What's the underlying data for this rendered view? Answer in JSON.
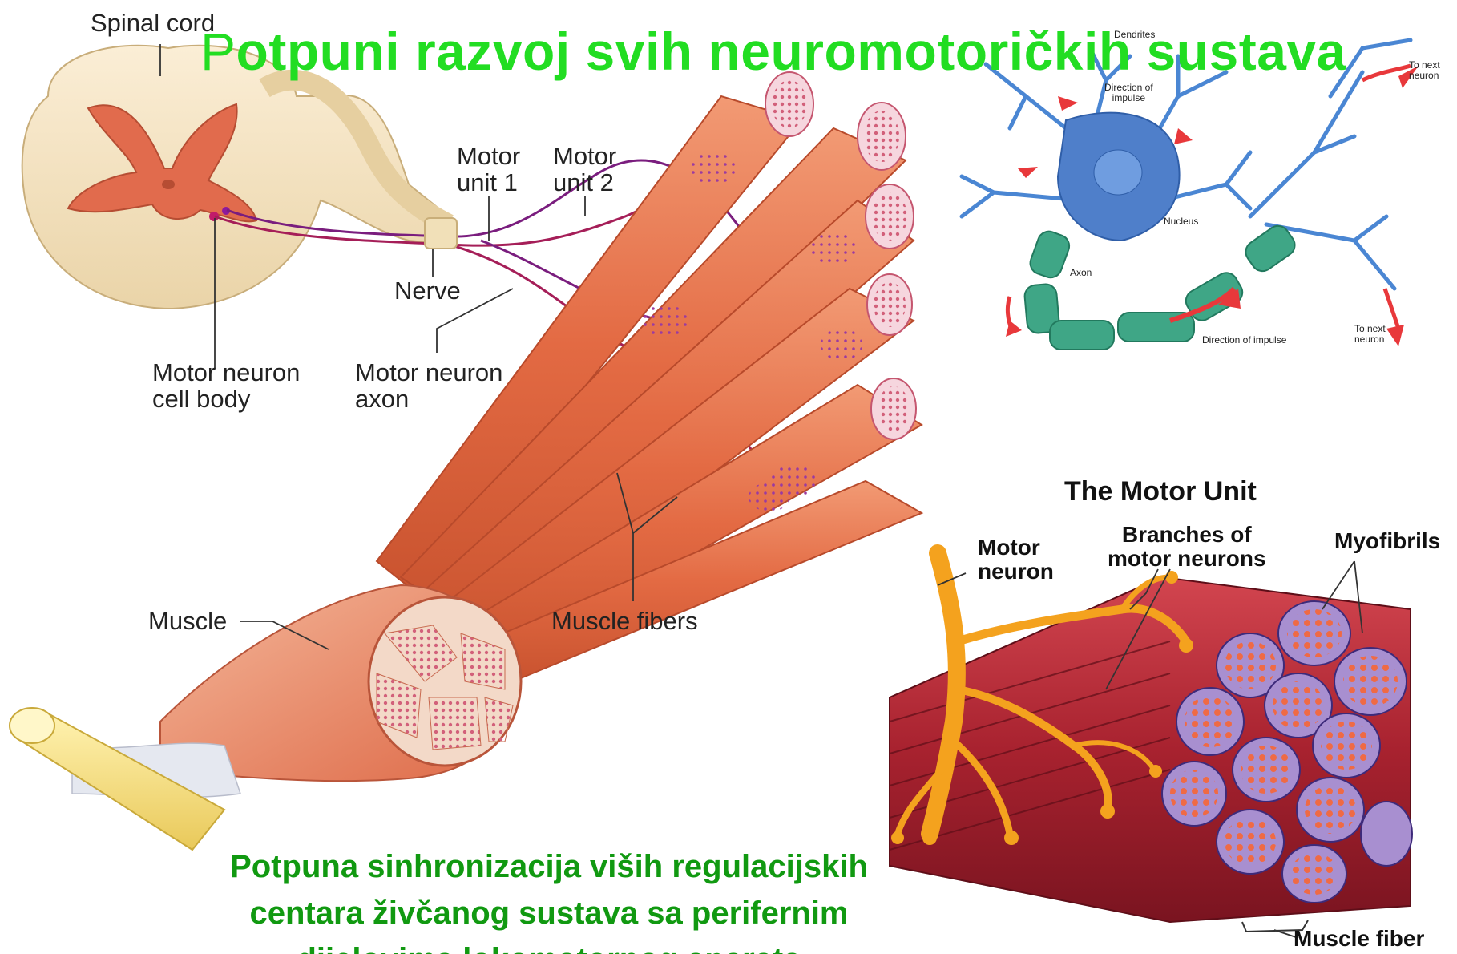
{
  "title": {
    "first_letter": "P",
    "rest": "otpuni razvoj svih neuromotoričkih sustava"
  },
  "left_diagram": {
    "spinal_cord": "Spinal cord",
    "motor_unit_1": [
      "Motor",
      "unit 1"
    ],
    "motor_unit_2": [
      "Motor",
      "unit 2"
    ],
    "nerve": "Nerve",
    "motor_neuron_cell_body": [
      "Motor neuron",
      "cell body"
    ],
    "motor_neuron_axon": [
      "Motor neuron",
      "axon"
    ],
    "muscle": "Muscle",
    "muscle_fibers": "Muscle fibers"
  },
  "neuron_diagram": {
    "dendrites": "Dendrites",
    "direction_of_impulse_top": [
      "Direction of",
      "impulse"
    ],
    "nucleus": "Nucleus",
    "axon": "Axon",
    "direction_of_impulse_bottom": "Direction of impulse",
    "to_next_neuron_top": [
      "To next",
      "neuron"
    ],
    "to_next_neuron_bottom": [
      "To next",
      "neuron"
    ]
  },
  "motor_unit_diagram": {
    "title": "The Motor Unit",
    "motor_neuron": [
      "Motor",
      "neuron"
    ],
    "branches": [
      "Branches of",
      "motor neurons"
    ],
    "myofibrils": "Myofibrils",
    "muscle_fiber": "Muscle fiber"
  },
  "caption": [
    "Potpuna sinhronizacija viših regulacijskih",
    "centara živčanog sustava sa perifernim",
    "dijelovima lokomotornog aparata"
  ],
  "colors": {
    "title": "#22dd22",
    "caption": "#119911",
    "muscle": "#e8744e",
    "neuron_body": "#4a7fc9",
    "axon_sheath": "#3fa686",
    "motor_unit_fiber": "#b52d3a",
    "motor_neuron_branch": "#f4a21e"
  }
}
